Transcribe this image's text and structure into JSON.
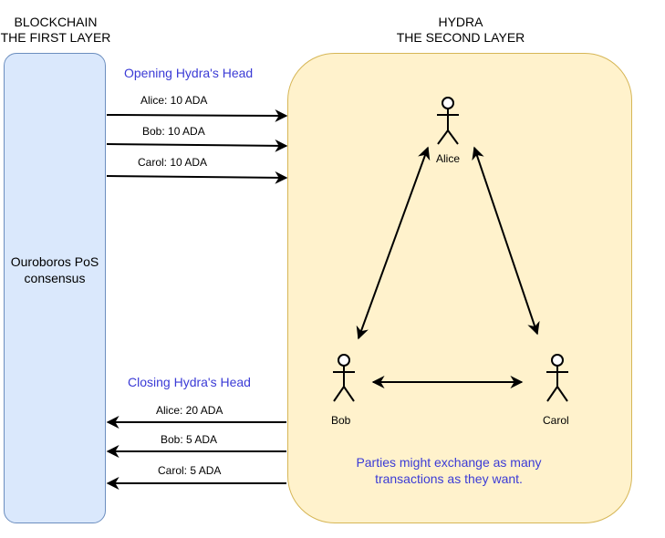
{
  "layer1": {
    "title_line1": "BLOCKCHAIN",
    "title_line2": "THE FIRST LAYER",
    "consensus_line1": "Ouroboros PoS",
    "consensus_line2": "consensus"
  },
  "layer2": {
    "title_line1": "HYDRA",
    "title_line2": "THE SECOND LAYER"
  },
  "opening": {
    "title": "Opening Hydra's Head",
    "transfers": [
      "Alice: 10 ADA",
      "Bob: 10 ADA",
      "Carol: 10 ADA"
    ]
  },
  "closing": {
    "title": "Closing Hydra's Head",
    "transfers": [
      "Alice: 20 ADA",
      "Bob: 5 ADA",
      "Carol: 5 ADA"
    ]
  },
  "parties": {
    "alice": "Alice",
    "bob": "Bob",
    "carol": "Carol"
  },
  "note": {
    "line1": "Parties might exchange as many",
    "line2": "transactions as they want."
  },
  "colors": {
    "chain_fill": "#dae8fc",
    "chain_stroke": "#6c8ebf",
    "hydra_fill": "#fff2cc",
    "hydra_stroke": "#d6b656",
    "accent_text": "#3b3bd6"
  }
}
